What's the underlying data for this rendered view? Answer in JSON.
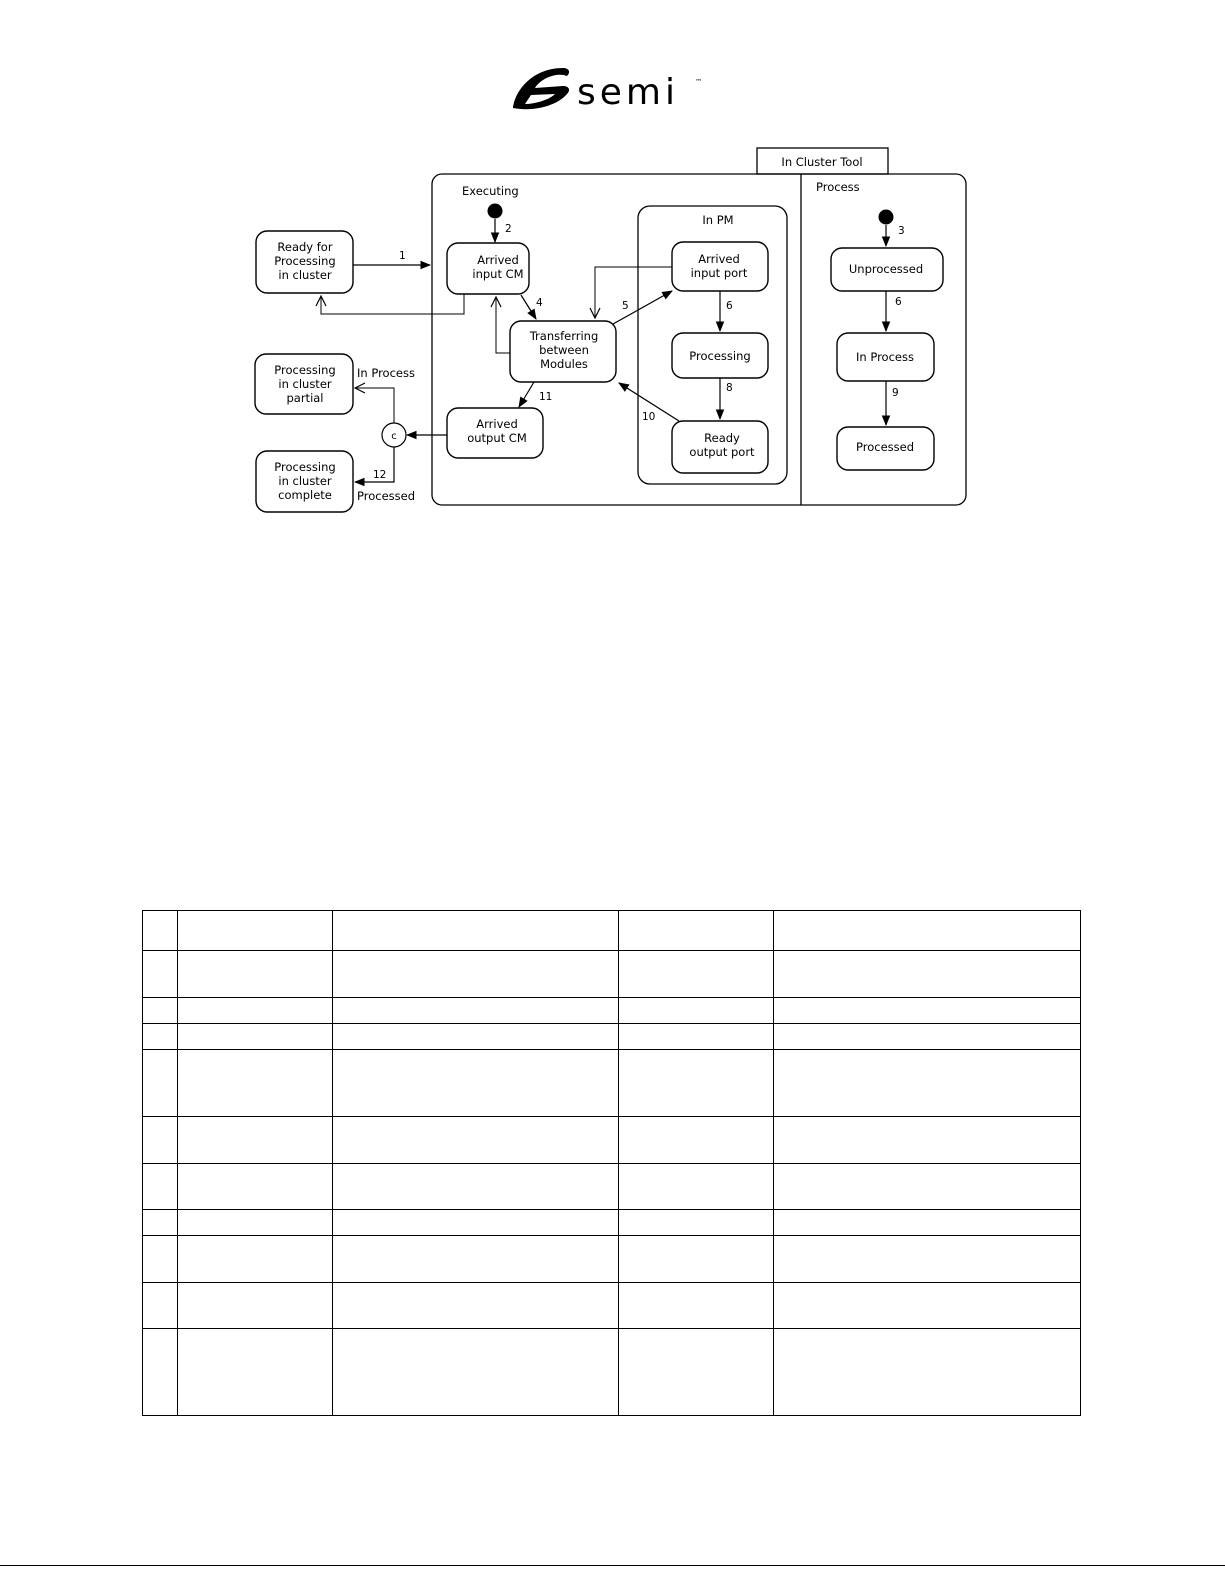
{
  "logo": {
    "wordmark": "semi",
    "trademark": "™",
    "icon": "semi-swoosh-logo"
  },
  "diagram": {
    "tab": "In Cluster Tool",
    "executing_label": "Executing",
    "process_label": "Process",
    "pm_label": "In PM",
    "states": {
      "ready_for_processing": [
        "Ready for",
        "Processing",
        "in cluster"
      ],
      "processing_partial": [
        "Processing",
        "in cluster",
        "partial"
      ],
      "processing_complete": [
        "Processing",
        "in cluster",
        "complete"
      ],
      "arrived_input_cm": [
        "Arrived",
        "input CM"
      ],
      "transferring": [
        "Transferring",
        "between",
        "Modules"
      ],
      "arrived_output_cm": [
        "Arrived",
        "output CM"
      ],
      "arrived_input_port": [
        "Arrived",
        "input port"
      ],
      "pm_processing": [
        "Processing"
      ],
      "ready_output_port": [
        "Ready",
        "output port"
      ],
      "unprocessed": [
        "Unprocessed"
      ],
      "in_process": [
        "In Process"
      ],
      "processed": [
        "Processed"
      ]
    },
    "guards": {
      "in_process": "In Process",
      "processed": "Processed",
      "choice": "c"
    },
    "transitions": {
      "t1": "1",
      "t2": "2",
      "t3": "3",
      "t4": "4",
      "t5": "5",
      "t6a": "6",
      "t6b": "6",
      "t8": "8",
      "t9": "9",
      "t10": "10",
      "t11": "11",
      "t12": "12"
    }
  },
  "table": {
    "rows": 11,
    "columns": 5,
    "cells": []
  }
}
